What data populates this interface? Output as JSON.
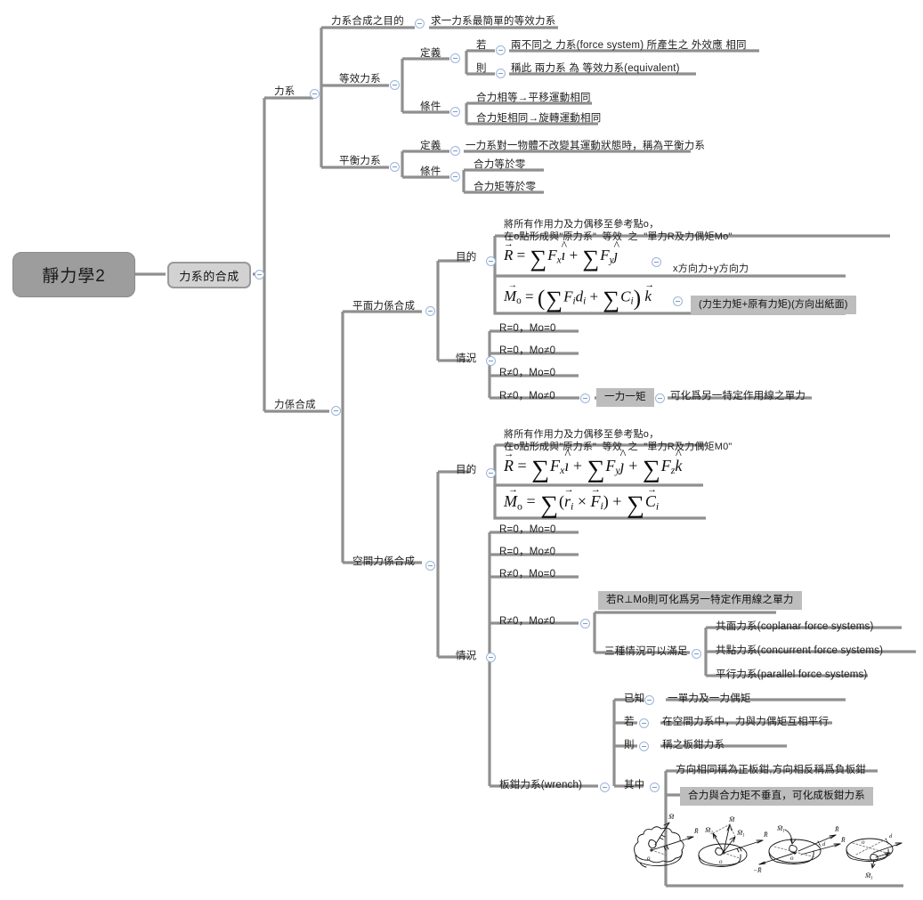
{
  "root": {
    "label": "靜力學2"
  },
  "level1": {
    "label": "力系的合成"
  },
  "branches": {
    "lixi": {
      "label": "力系"
    },
    "hecheng": {
      "label": "力係合成"
    }
  },
  "nodes": {
    "purpose_title": "力系合成之目的",
    "purpose_value": "求一力系最簡單的等效力系",
    "equiv_title": "等效力系",
    "equiv_def_label": "定義",
    "equiv_def_if_label": "若",
    "equiv_def_if_text": "兩不同之  力系(force system)  所產生之  外效應  相同",
    "equiv_def_then_label": "則",
    "equiv_def_then_text": "稱此  兩力系  為  等效力系(equivalent)",
    "equiv_cond_label": "條件",
    "equiv_cond_1": "合力相等→平移運動相同",
    "equiv_cond_2": "合力矩相同→旋轉運動相同",
    "balance_title": "平衡力系",
    "balance_def_label": "定義",
    "balance_def_text": "一力系對一物體不改變其運動狀態時，稱為平衡力系",
    "balance_cond_label": "條件",
    "balance_cond_1": "合力等於零",
    "balance_cond_2": "合力矩等於零",
    "plane_title": "平面力係合成",
    "plane_goal_label": "目的",
    "plane_goal_note": "將所有作用力及力偶移至參考點o，\n在o點形成與\"原力系\"  等效  之  \"單力R及力偶矩Mo\"",
    "plane_R_caption": "x方向力+y方向力",
    "plane_M_caption": "(力生力矩+原有力矩)(方向出紙面)",
    "plane_case_label": "情況",
    "plane_case_1": "R=0，Mo=0",
    "plane_case_2": "R=0，Mo≠0",
    "plane_case_3": "R≠0，Mo=0",
    "plane_case_4": "R≠0，Mo≠0",
    "plane_case_4_mid": "一力一矩",
    "plane_case_4_end": "可化爲另一特定作用線之單力",
    "space_title": "空間力係合成",
    "space_goal_label": "目的",
    "space_goal_note": "將所有作用力及力偶移至參考點o，\n在o點形成與\"原力系\"  等效  之  \"單力R及力偶矩M0\"",
    "space_case_label": "情況",
    "space_case_1": "R=0，Mo=0",
    "space_case_2": "R=0，Mo≠0",
    "space_case_3": "R≠0，Mo=0",
    "space_case_4": "R≠0，Mo≠0",
    "space_case_4_note": "若R⊥Mo則可化爲另一特定作用線之單力",
    "space_case_4_three": "三種情況可以滿足",
    "space_fs_1": "共面力系(coplanar force systems)",
    "space_fs_2": "共點力系(concurrent force systems)",
    "space_fs_3": "平行力系(parallel force systems)",
    "wrench_title": "板鉗力系(wrench)",
    "wrench_known_label": "已知",
    "wrench_known_text": "一單力及一力偶矩",
    "wrench_if_label": "若",
    "wrench_if_text": "在空間力系中，力與力偶矩互相平行",
    "wrench_then_label": "則",
    "wrench_then_text": "稱之板鉗力系",
    "wrench_among_label": "其中",
    "wrench_among_text": "方向相同稱為正板鉗,方向相反稱爲負板鉗",
    "wrench_among_hl": "合力與合力矩不垂直，可化成板鉗力系"
  },
  "formulas": {
    "plane_R": "R = ΣFx î + ΣFy ĵ",
    "plane_M": "Mo = ( ΣFi di + ΣCi ) k⃗",
    "space_R": "R = ΣFx î + ΣFy ĵ + ΣFz k̂",
    "space_M": "Mo = Σ( ri × Fi ) + ΣCi"
  },
  "diagram": {
    "name": "wrench-decomposition-sketch",
    "labels": [
      "M",
      "R",
      "M2",
      "M1",
      "o",
      "d",
      "-R"
    ]
  },
  "colors": {
    "root_fill": "#9d9d9d",
    "level1_fill": "#d2d2d2",
    "branch_line": "#8f8f8f",
    "highlight": "#bdbdbd",
    "toggle_border": "#9fb6d6",
    "text": "#1c1c1c"
  }
}
